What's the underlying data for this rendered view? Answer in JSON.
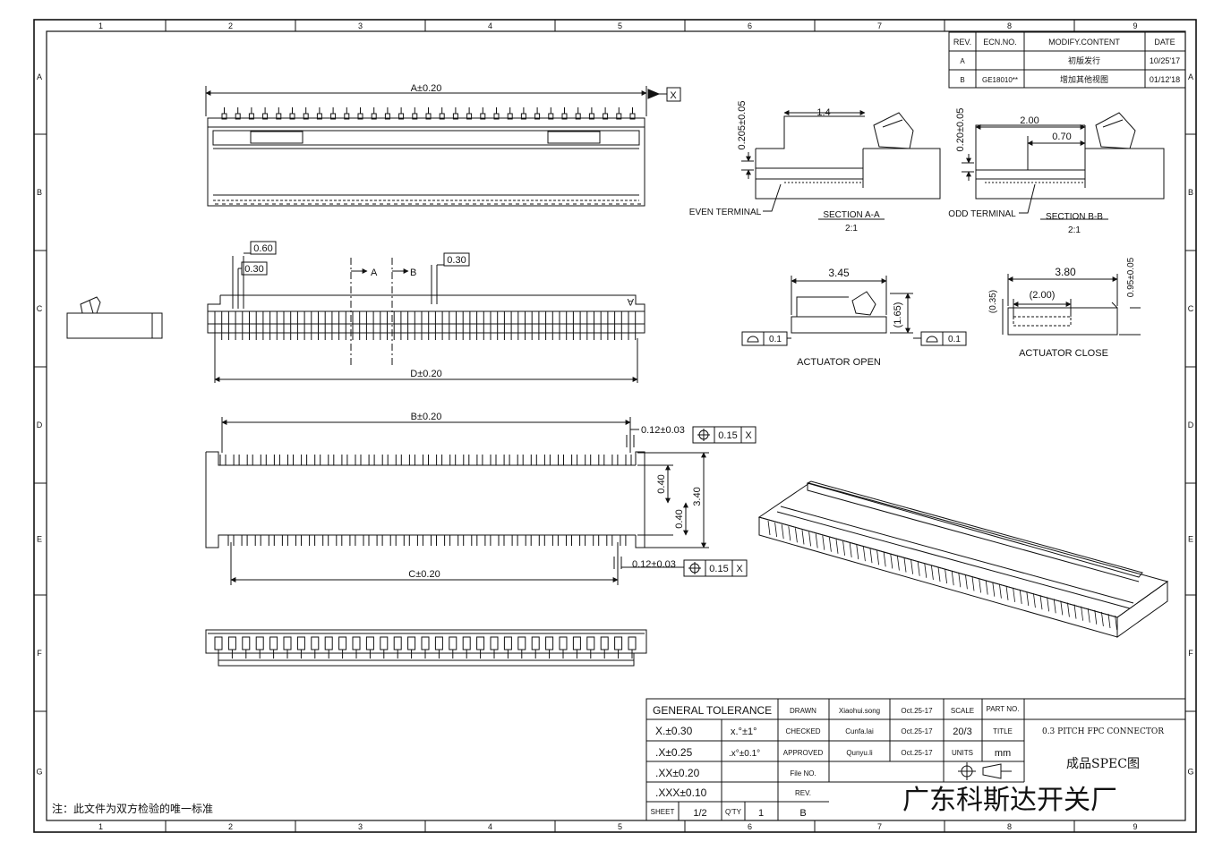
{
  "frame": {
    "column_numbers": [
      "1",
      "2",
      "3",
      "4",
      "5",
      "6",
      "7",
      "8",
      "9"
    ],
    "row_letters": [
      "A",
      "B",
      "C",
      "D",
      "E",
      "F",
      "G"
    ]
  },
  "revision_table": {
    "headers": [
      "REV.",
      "ECN.NO.",
      "MODIFY.CONTENT",
      "DATE"
    ],
    "rows": [
      {
        "rev": "A",
        "ecn": "",
        "content": "初版发行",
        "date": "10/25'17"
      },
      {
        "rev": "B",
        "ecn": "GE18010**",
        "content": "增加其他视图",
        "date": "01/12'18"
      }
    ]
  },
  "top_view": {
    "dim_a": "A±0.20",
    "datum": "X"
  },
  "front_view": {
    "dim_060": "0.60",
    "dim_030_left": "0.30",
    "dim_030_right": "0.30",
    "section_a": "A",
    "section_b": "B",
    "dim_d": "D±0.20",
    "pin1_marker": "A"
  },
  "footprint_view": {
    "dim_b": "B±0.20",
    "dim_c": "C±0.20",
    "dim_012_top": "0.12±0.03",
    "dim_012_bottom": "0.12±0.03",
    "tol_top": "0.15",
    "tol_bottom": "0.15",
    "datum": "X",
    "dim_040a": "0.40",
    "dim_040b": "0.40",
    "dim_340": "3.40"
  },
  "section_aa": {
    "height": "0.205±0.05",
    "width": "1.4",
    "terminal": "EVEN TERMINAL",
    "title": "SECTION A-A",
    "scale": "2:1"
  },
  "section_bb": {
    "height": "0.20±0.05",
    "width": "2.00",
    "inner": "0.70",
    "terminal": "ODD TERMINAL",
    "title": "SECTION B-B",
    "scale": "2:1"
  },
  "actuator_open": {
    "width": "3.45",
    "height": "(1.65)",
    "flat_left": "0.1",
    "flat_right": "0.1",
    "title": "ACTUATOR OPEN"
  },
  "actuator_close": {
    "width": "3.80",
    "inner": "(2.00)",
    "height_left": "(0.35)",
    "height_right": "0.95±0.05",
    "title": "ACTUATOR CLOSE"
  },
  "title_block": {
    "general_tolerance": "GENERAL TOLERANCE",
    "tol_x": "X.±0.30",
    "tol_x1": ".X±0.25",
    "tol_x2": ".XX±0.20",
    "tol_x3": ".XXX±0.10",
    "ang1": "x.°±1°",
    "ang2": ".x°±0.1°",
    "drawn_label": "DRAWN",
    "drawn_name": "Xiaohui.song",
    "drawn_date": "Oct.25-17",
    "checked_label": "CHECKED",
    "checked_name": "Cunfa.lai",
    "checked_date": "Oct.25-17",
    "approved_label": "APPROVED",
    "approved_name": "Qunyu.li",
    "approved_date": "Oct.25-17",
    "file_label": "File NO.",
    "rev_label": "REV.",
    "scale_label": "SCALE",
    "scale_value": "20/3",
    "units_label": "UNITS",
    "units_value": "mm",
    "part_label": "PART NO.",
    "title_label": "TITLE",
    "title_value": "0.3 PITCH FPC CONNECTOR",
    "spec": "成品SPEC图",
    "sheet_label": "SHEET",
    "sheet_value": "1/2",
    "qty_label": "Q'TY",
    "qty_value": "1",
    "rev_value": "B",
    "company": "广东科斯达开关厂"
  },
  "note": "注：此文件为双方检验的唯一标准"
}
